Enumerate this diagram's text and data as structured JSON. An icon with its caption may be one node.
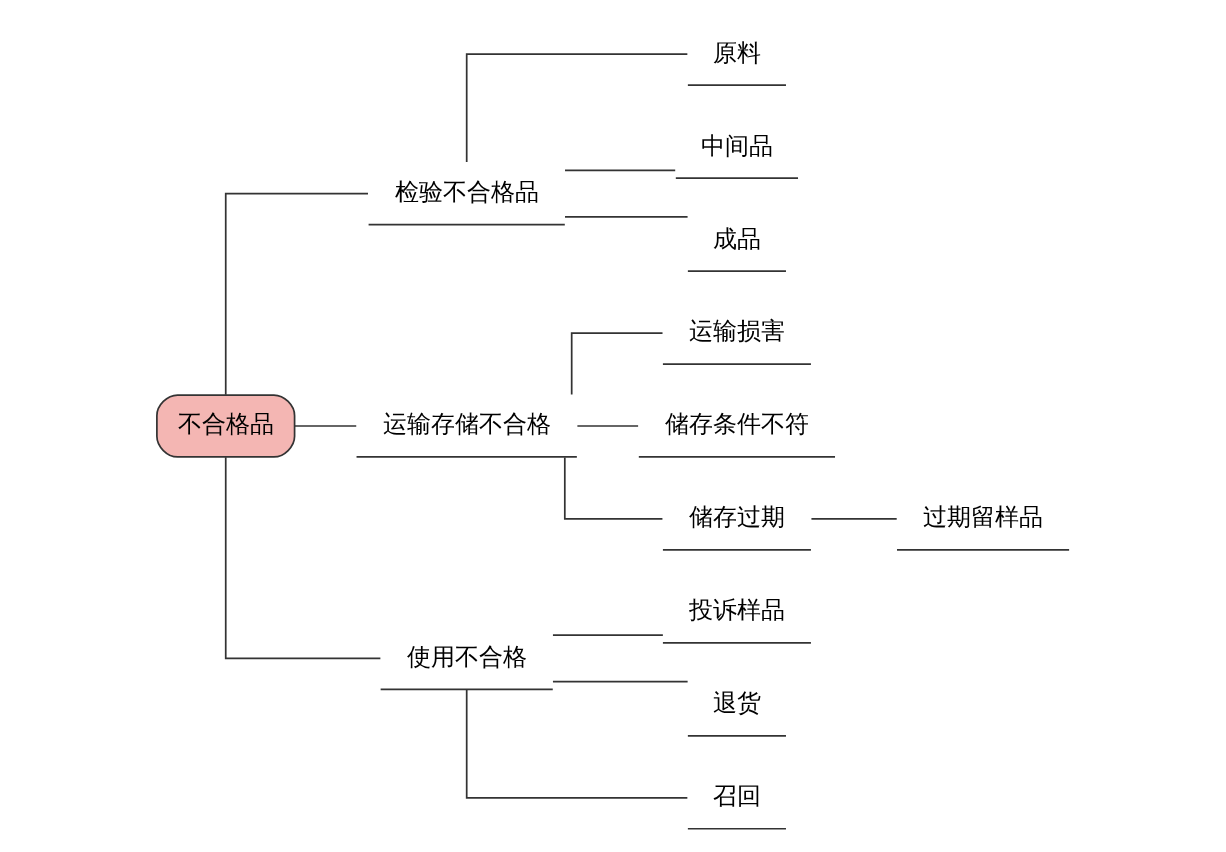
{
  "diagram": {
    "nodes": [
      {
        "text": [
          "不合格品"
        ]
      },
      {
        "text": [
          "检验不合格品"
        ]
      },
      {
        "text": [
          "原料"
        ]
      },
      {
        "text": [
          "中间品"
        ]
      },
      {
        "text": [
          "成品"
        ]
      },
      {
        "text": [
          "运输存储不合格"
        ]
      },
      {
        "text": [
          "运输损害"
        ]
      },
      {
        "text": [
          "储存条件不符"
        ]
      },
      {
        "text": [
          "储存过期"
        ]
      },
      {
        "text": [
          "过期留样品"
        ]
      },
      {
        "text": [
          "使用不合格"
        ]
      },
      {
        "text": [
          "投诉样品"
        ]
      },
      {
        "text": [
          "退货"
        ]
      },
      {
        "text": [
          "召回"
        ]
      }
    ],
    "edges": [
      {
        "from": 0,
        "to": 1,
        "arrow": "none"
      },
      {
        "from": 1,
        "to": 2,
        "arrow": "none"
      },
      {
        "from": 1,
        "to": 3,
        "arrow": "none"
      },
      {
        "from": 1,
        "to": 4,
        "arrow": "none"
      },
      {
        "from": 0,
        "to": 5,
        "arrow": "none"
      },
      {
        "from": 5,
        "to": 6,
        "arrow": "none"
      },
      {
        "from": 5,
        "to": 7,
        "arrow": "none"
      },
      {
        "from": 5,
        "to": 8,
        "arrow": "none"
      },
      {
        "from": 8,
        "to": 9,
        "arrow": "none"
      },
      {
        "from": 0,
        "to": 10,
        "arrow": "none"
      },
      {
        "from": 10,
        "to": 11,
        "arrow": "none"
      },
      {
        "from": 10,
        "to": 12,
        "arrow": "none"
      },
      {
        "from": 10,
        "to": 13,
        "arrow": "none"
      }
    ]
  }
}
